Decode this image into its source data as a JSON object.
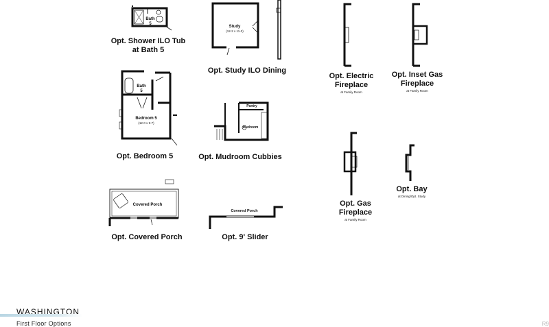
{
  "options": [
    {
      "id": "shower",
      "title": [
        "Opt. Shower ILO Tub",
        "at Bath 5"
      ],
      "labels": [
        "Bath",
        "5"
      ]
    },
    {
      "id": "study",
      "title": [
        "Opt. Study ILO Dining"
      ],
      "labels": [
        "Study",
        "(12-2 x 11-3)"
      ]
    },
    {
      "id": "electric",
      "title": [
        "Opt. Electric",
        "Fireplace"
      ],
      "note": "at Family Room"
    },
    {
      "id": "inset",
      "title": [
        "Opt. Inset Gas",
        "Fireplace"
      ],
      "note": "at Family Room"
    },
    {
      "id": "bedroom",
      "title": [
        "Opt. Bedroom 5"
      ],
      "labels": [
        "Bath",
        "5",
        "Bedroom 5",
        "(12-0 x 9-7)"
      ]
    },
    {
      "id": "mudroom",
      "title": [
        "Opt. Mudroom Cubbies"
      ],
      "labels": [
        "Pantry",
        "Mudroom"
      ]
    },
    {
      "id": "gas",
      "title": [
        "Opt. Gas",
        "Fireplace"
      ],
      "note": "at Family Room"
    },
    {
      "id": "bay",
      "title": [
        "Opt. Bay"
      ],
      "note": "at Dining/Opt. Study"
    },
    {
      "id": "porch",
      "title": [
        "Opt. Covered Porch"
      ],
      "labels": [
        "Covered Porch"
      ]
    },
    {
      "id": "slider",
      "title": [
        "Opt. 9' Slider"
      ],
      "labels": [
        "Covered Porch"
      ]
    }
  ],
  "footer": {
    "brand": "WASHINGTON",
    "subtitle": "First Floor Options",
    "corner": "R9"
  },
  "colors": {
    "wall": "#111111",
    "accent": "#b9d6e3"
  }
}
